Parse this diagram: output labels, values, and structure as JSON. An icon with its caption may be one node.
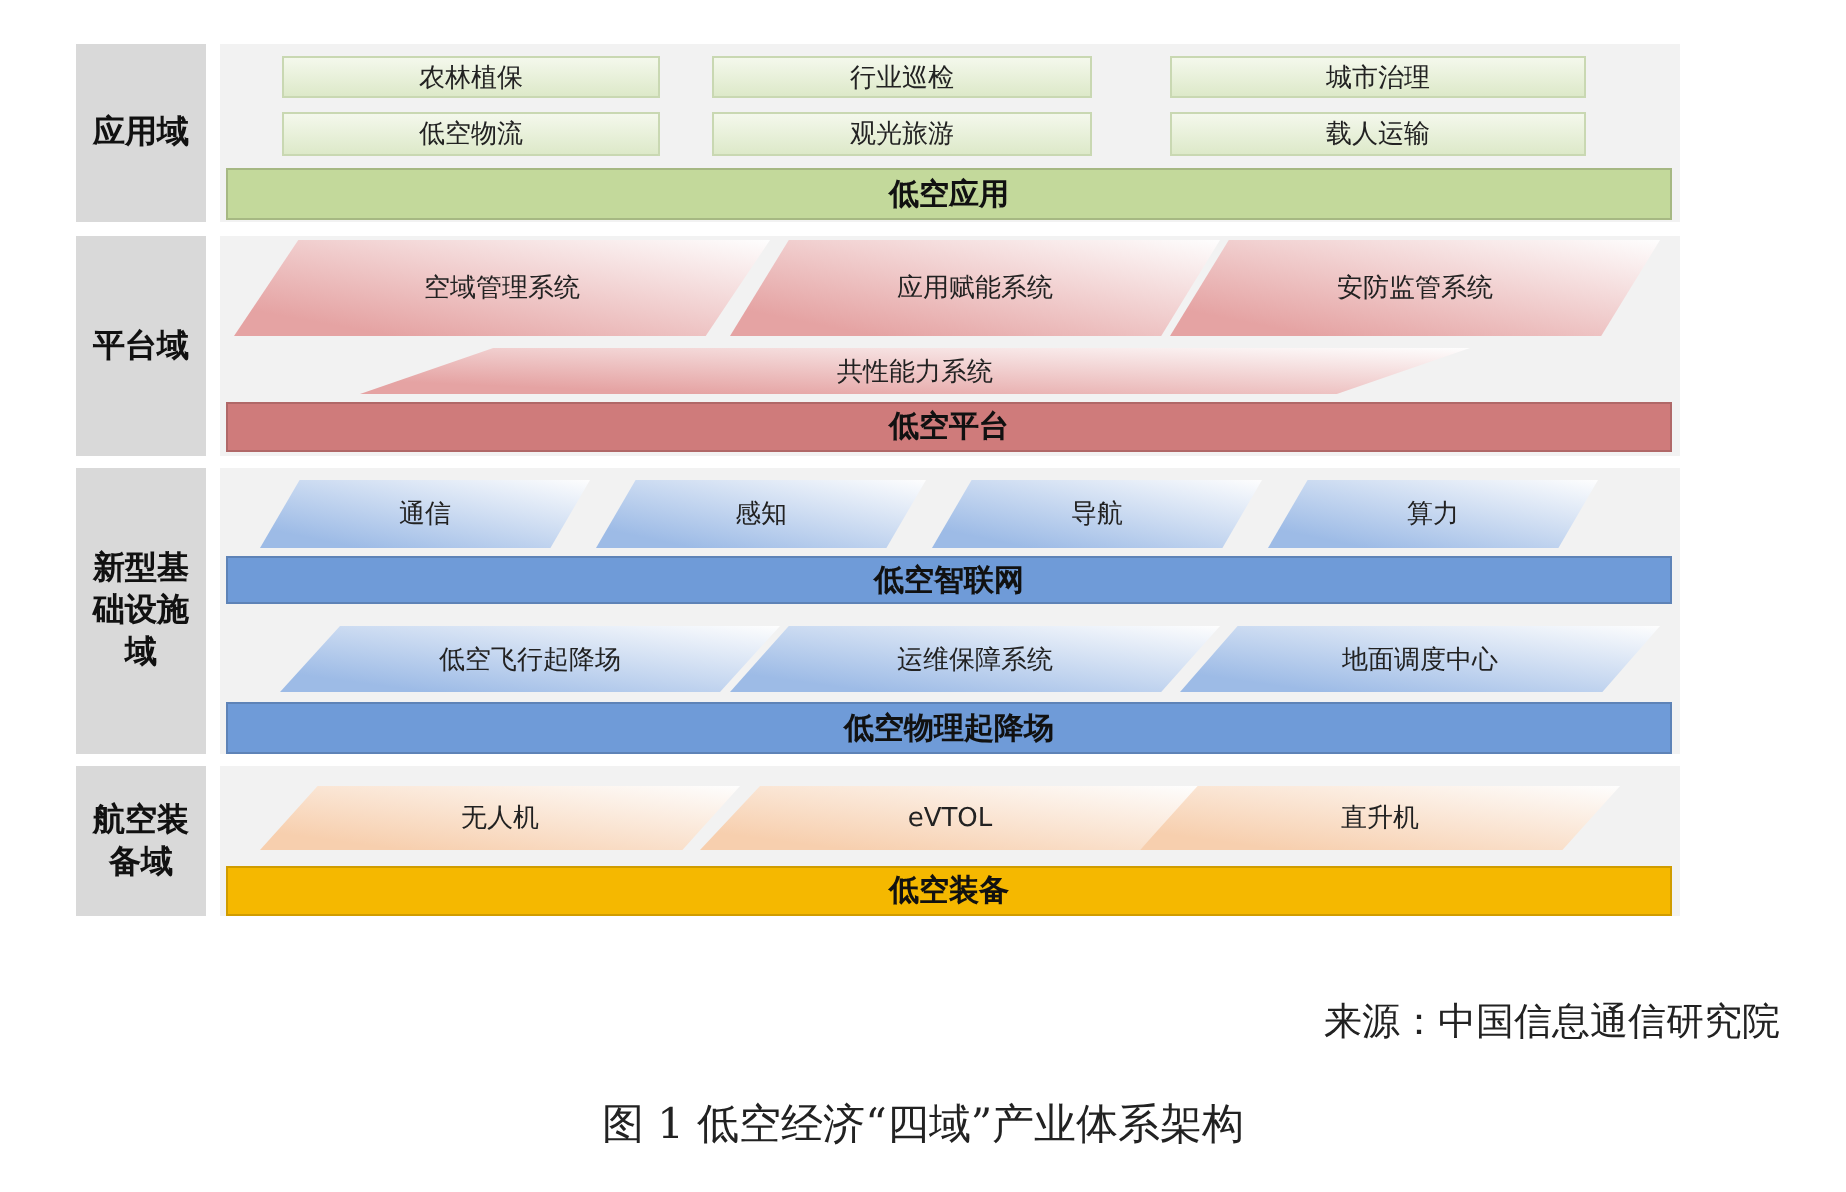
{
  "diagram": {
    "caption": "图 1 低空经济“四域”产业体系架构",
    "nodes": [
      {
        "text": [
          "应用域"
        ]
      },
      {
        "text": [
          "农林植保"
        ]
      },
      {
        "text": [
          "行业巡检"
        ]
      },
      {
        "text": [
          "城市治理"
        ]
      },
      {
        "text": [
          "低空物流"
        ]
      },
      {
        "text": [
          "观光旅游"
        ]
      },
      {
        "text": [
          "载人运输"
        ]
      },
      {
        "text": [
          "低空应用"
        ]
      },
      {
        "text": [
          "平台域"
        ]
      },
      {
        "text": [
          "空域管理系统"
        ]
      },
      {
        "text": [
          "应用赋能系统"
        ]
      },
      {
        "text": [
          "安防监管系统"
        ]
      },
      {
        "text": [
          "共性能力系统"
        ]
      },
      {
        "text": [
          "低空平台"
        ]
      },
      {
        "text": [
          "新型基础设施域"
        ]
      },
      {
        "text": [
          "通信"
        ]
      },
      {
        "text": [
          "感知"
        ]
      },
      {
        "text": [
          "导航"
        ]
      },
      {
        "text": [
          "算力"
        ]
      },
      {
        "text": [
          "低空智联网"
        ]
      },
      {
        "text": [
          "低空飞行起降场"
        ]
      },
      {
        "text": [
          "运维保障系统"
        ]
      },
      {
        "text": [
          "地面调度中心"
        ]
      },
      {
        "text": [
          "低空物理起降场"
        ]
      },
      {
        "text": [
          "航空装备域"
        ]
      },
      {
        "text": [
          "无人机"
        ]
      },
      {
        "text": [
          "eVTOL"
        ]
      },
      {
        "text": [
          "直升机"
        ]
      },
      {
        "text": [
          "低空装备"
        ]
      }
    ],
    "labels": [
      "来源：中国信息通信研究院"
    ]
  }
}
